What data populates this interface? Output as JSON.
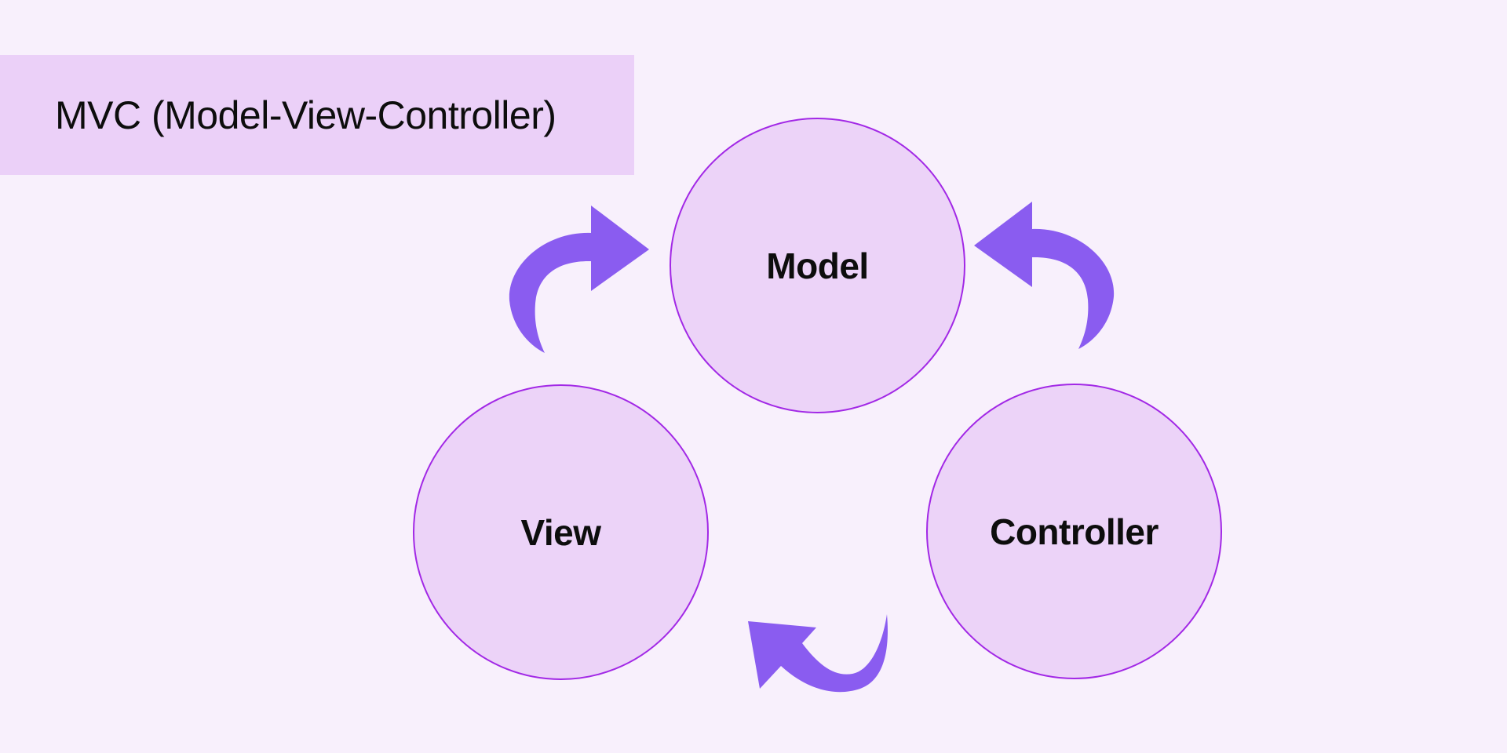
{
  "diagram": {
    "title": "MVC (Model-View-Controller)",
    "nodes": [
      {
        "id": "model",
        "label": "Model"
      },
      {
        "id": "view",
        "label": "View"
      },
      {
        "id": "controller",
        "label": "Controller"
      }
    ],
    "arrows": [
      {
        "id": "view-to-model",
        "description": "curved arrow pointing right into Model"
      },
      {
        "id": "controller-to-model",
        "description": "curved arrow pointing left into Model"
      },
      {
        "id": "controller-to-view",
        "description": "curved arrow pointing up-left toward View"
      }
    ]
  },
  "theme": {
    "background": "#f8f0fc",
    "panel_fill": "#ebd0f8",
    "node_fill": "#ecd3f8",
    "node_stroke": "#a228e6",
    "arrow_fill": "#8a5cf0",
    "text_color": "#0d0d0d"
  }
}
